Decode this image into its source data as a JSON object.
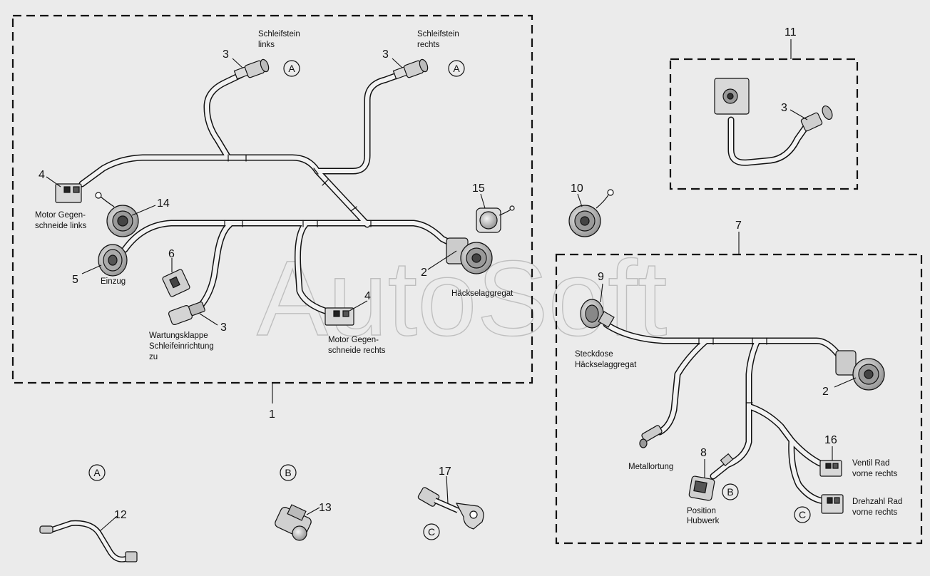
{
  "watermark": "AutoSoft",
  "callouts": {
    "g1": "1",
    "g7": "7",
    "g11": "11",
    "c3_links": "3",
    "c3_rechts": "3",
    "c3_wartung": "3",
    "c3_g11": "3",
    "c4_links": "4",
    "c4_rechts": "4",
    "c14": "14",
    "c5": "5",
    "c6": "6",
    "c2_g1": "2",
    "c15": "15",
    "c10": "10",
    "c9": "9",
    "c2_g7": "2",
    "c16": "16",
    "c8": "8",
    "c12": "12",
    "c13": "13",
    "c17": "17"
  },
  "labels": {
    "schleifstein_links": [
      "Schleifstein",
      "links"
    ],
    "schleifstein_rechts": [
      "Schleifstein",
      "rechts"
    ],
    "motor_links": [
      "Motor Gegen-",
      "schneide links"
    ],
    "einzug": [
      "Einzug"
    ],
    "wartungsklappe": [
      "Wartungsklappe",
      "Schleifeinrichtung",
      "zu"
    ],
    "motor_rechts": [
      "Motor Gegen-",
      "schneide rechts"
    ],
    "haeckselaggregat": [
      "Häckselaggregat"
    ],
    "steckdose": [
      "Steckdose",
      "Häckselaggregat"
    ],
    "metallortung": [
      "Metallortung"
    ],
    "position_hubwerk": [
      "Position",
      "Hubwerk"
    ],
    "ventil_rad": [
      "Ventil Rad",
      "vorne rechts"
    ],
    "drehzahl_rad": [
      "Drehzahl Rad",
      "vorne rechts"
    ]
  },
  "markers": {
    "a_links": "A",
    "a_rechts": "A",
    "b_hubwerk": "B",
    "c_drehzahl": "C",
    "a_detail": "A",
    "b_detail": "B",
    "c_detail": "C"
  }
}
